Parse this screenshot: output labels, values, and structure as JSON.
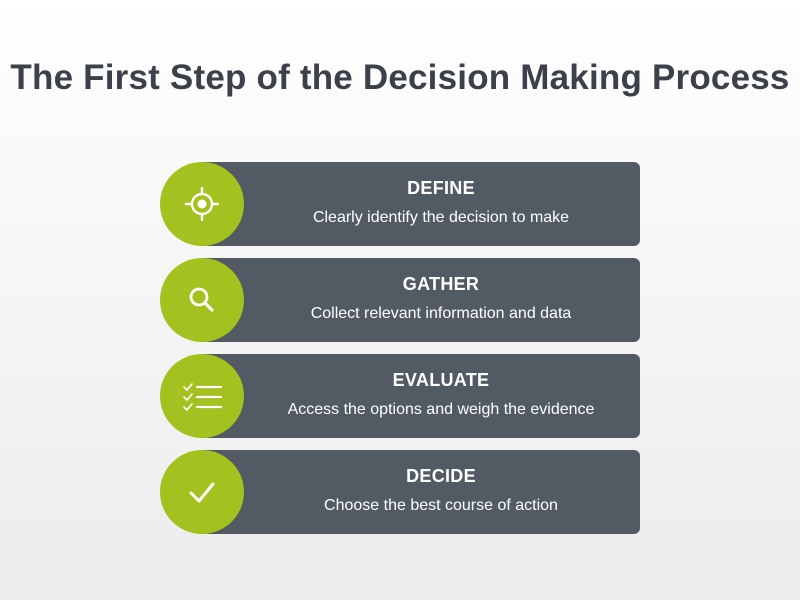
{
  "title": "The First Step of the Decision Making Process",
  "colors": {
    "accent": "#a3c11f",
    "card": "#525a63",
    "title": "#3b404a"
  },
  "steps": [
    {
      "title": "DEFINE",
      "desc": "Clearly identify the decision to make",
      "icon": "target-icon"
    },
    {
      "title": "GATHER",
      "desc": "Collect relevant information and data",
      "icon": "search-icon"
    },
    {
      "title": "EVALUATE",
      "desc": "Access the options and weigh the evidence",
      "icon": "checklist-icon"
    },
    {
      "title": "DECIDE",
      "desc": "Choose the best course of action",
      "icon": "checkmark-icon"
    }
  ]
}
